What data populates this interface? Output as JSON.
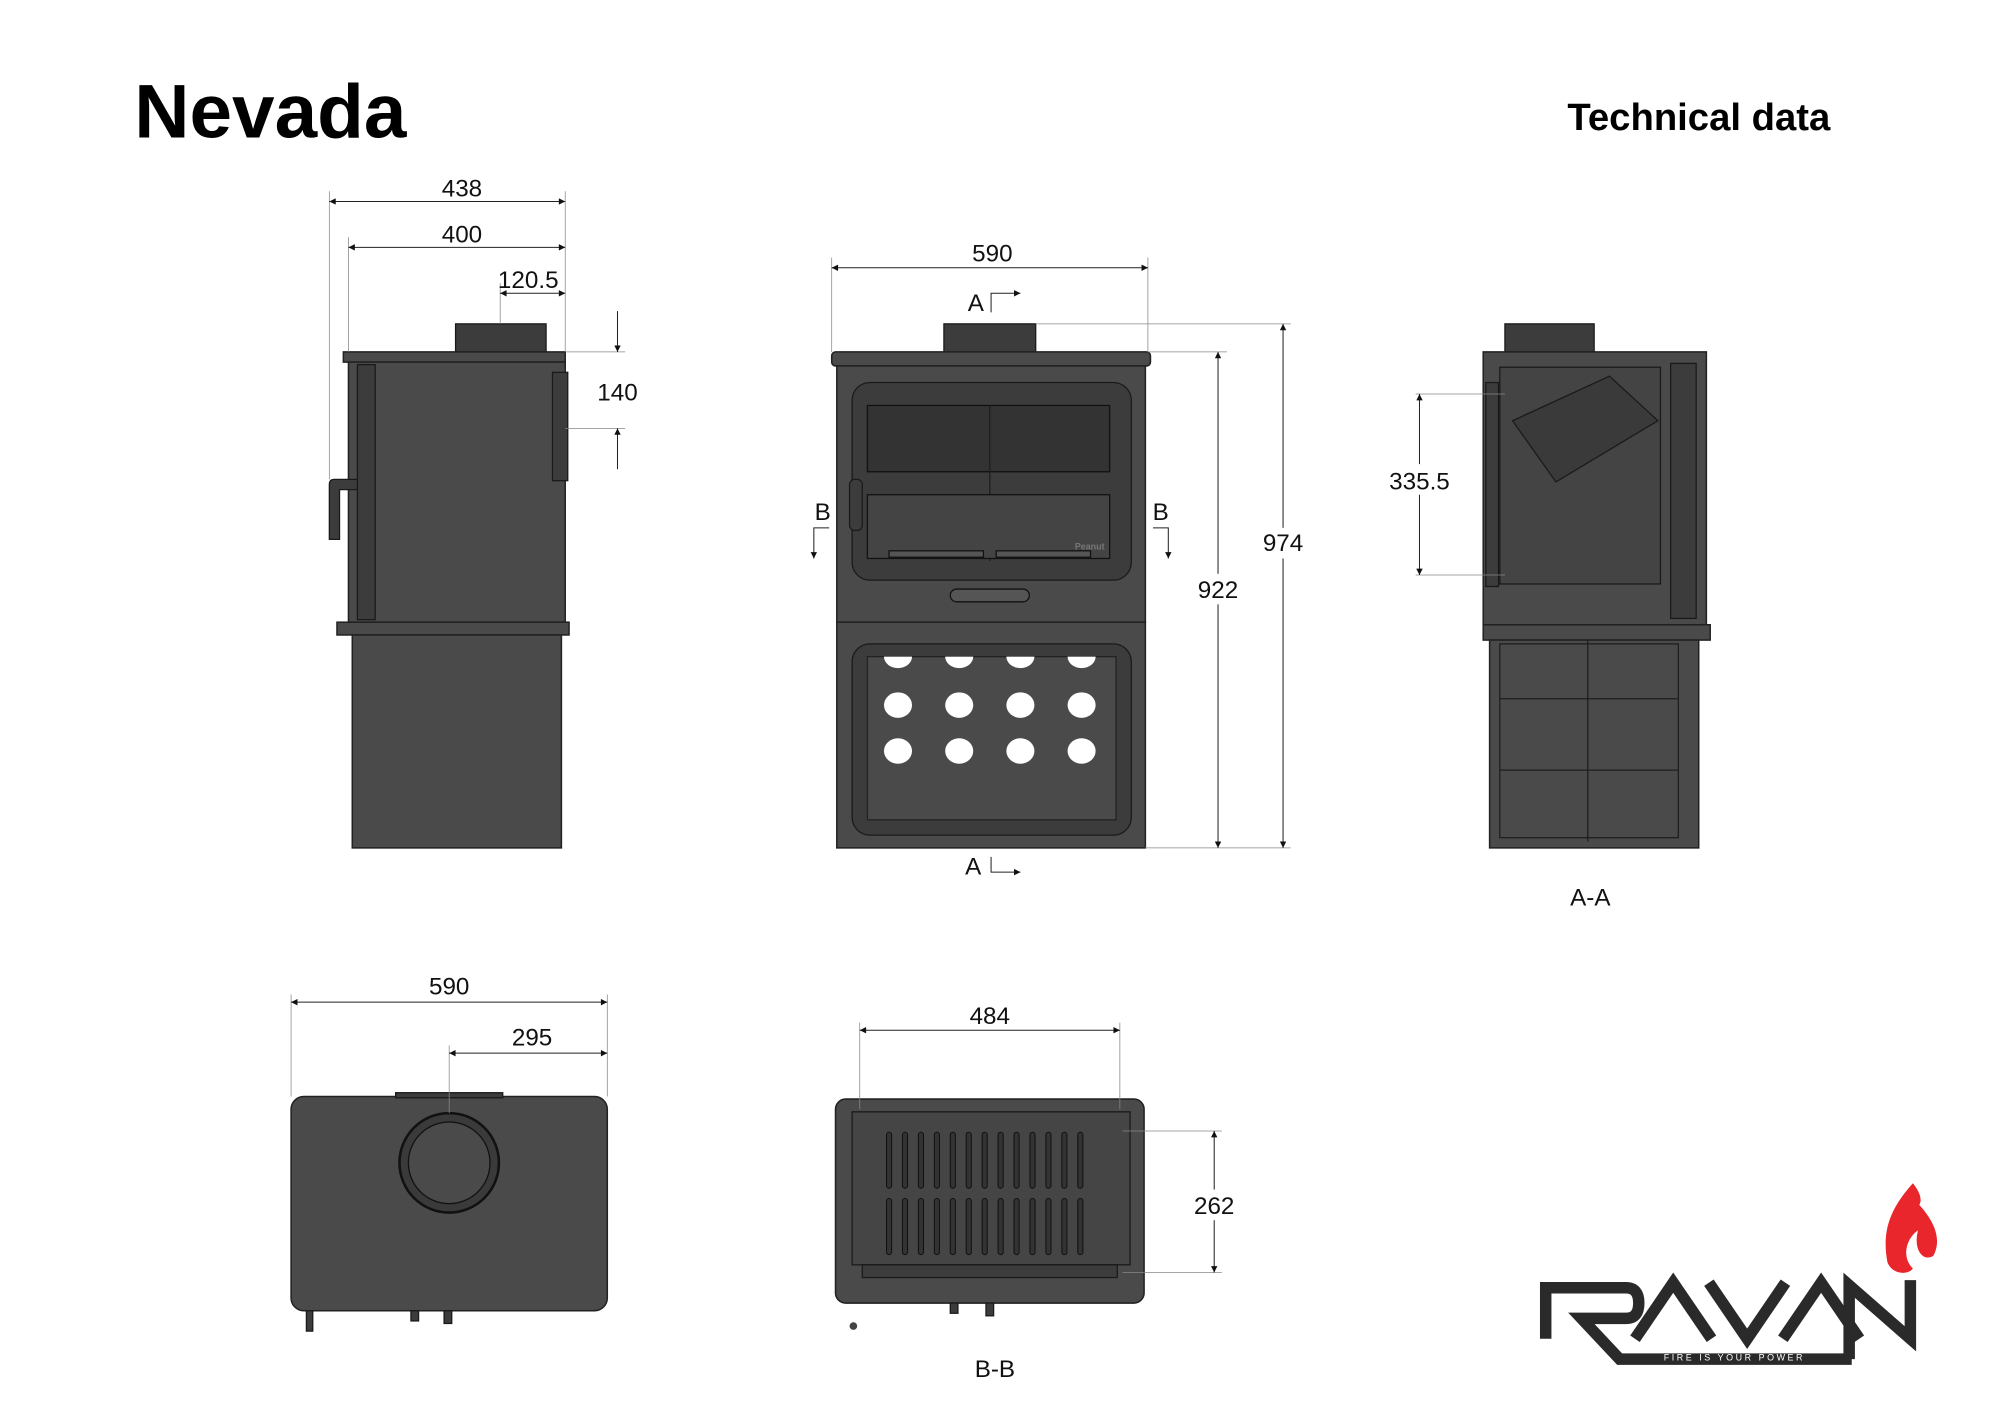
{
  "header": {
    "title": "Nevada",
    "subtitle": "Technical data"
  },
  "side_view": {
    "dims": [
      "438",
      "400",
      "120.5",
      "140"
    ]
  },
  "front_view": {
    "dims": [
      "590",
      "922",
      "974"
    ],
    "section_a": "A",
    "section_b": "B",
    "stove_logo": "Peanut"
  },
  "section_aa": {
    "label": "A-A",
    "dims": [
      "335.5"
    ]
  },
  "top_view": {
    "dims": [
      "590",
      "295"
    ]
  },
  "section_bb": {
    "label": "B-B",
    "dims": [
      "484",
      "262"
    ]
  },
  "logo": {
    "brand": "RAVAN",
    "tagline": "FIRE IS YOUR POWER",
    "flame_color": "#e8262b",
    "text_color": "#2a2a2a"
  }
}
